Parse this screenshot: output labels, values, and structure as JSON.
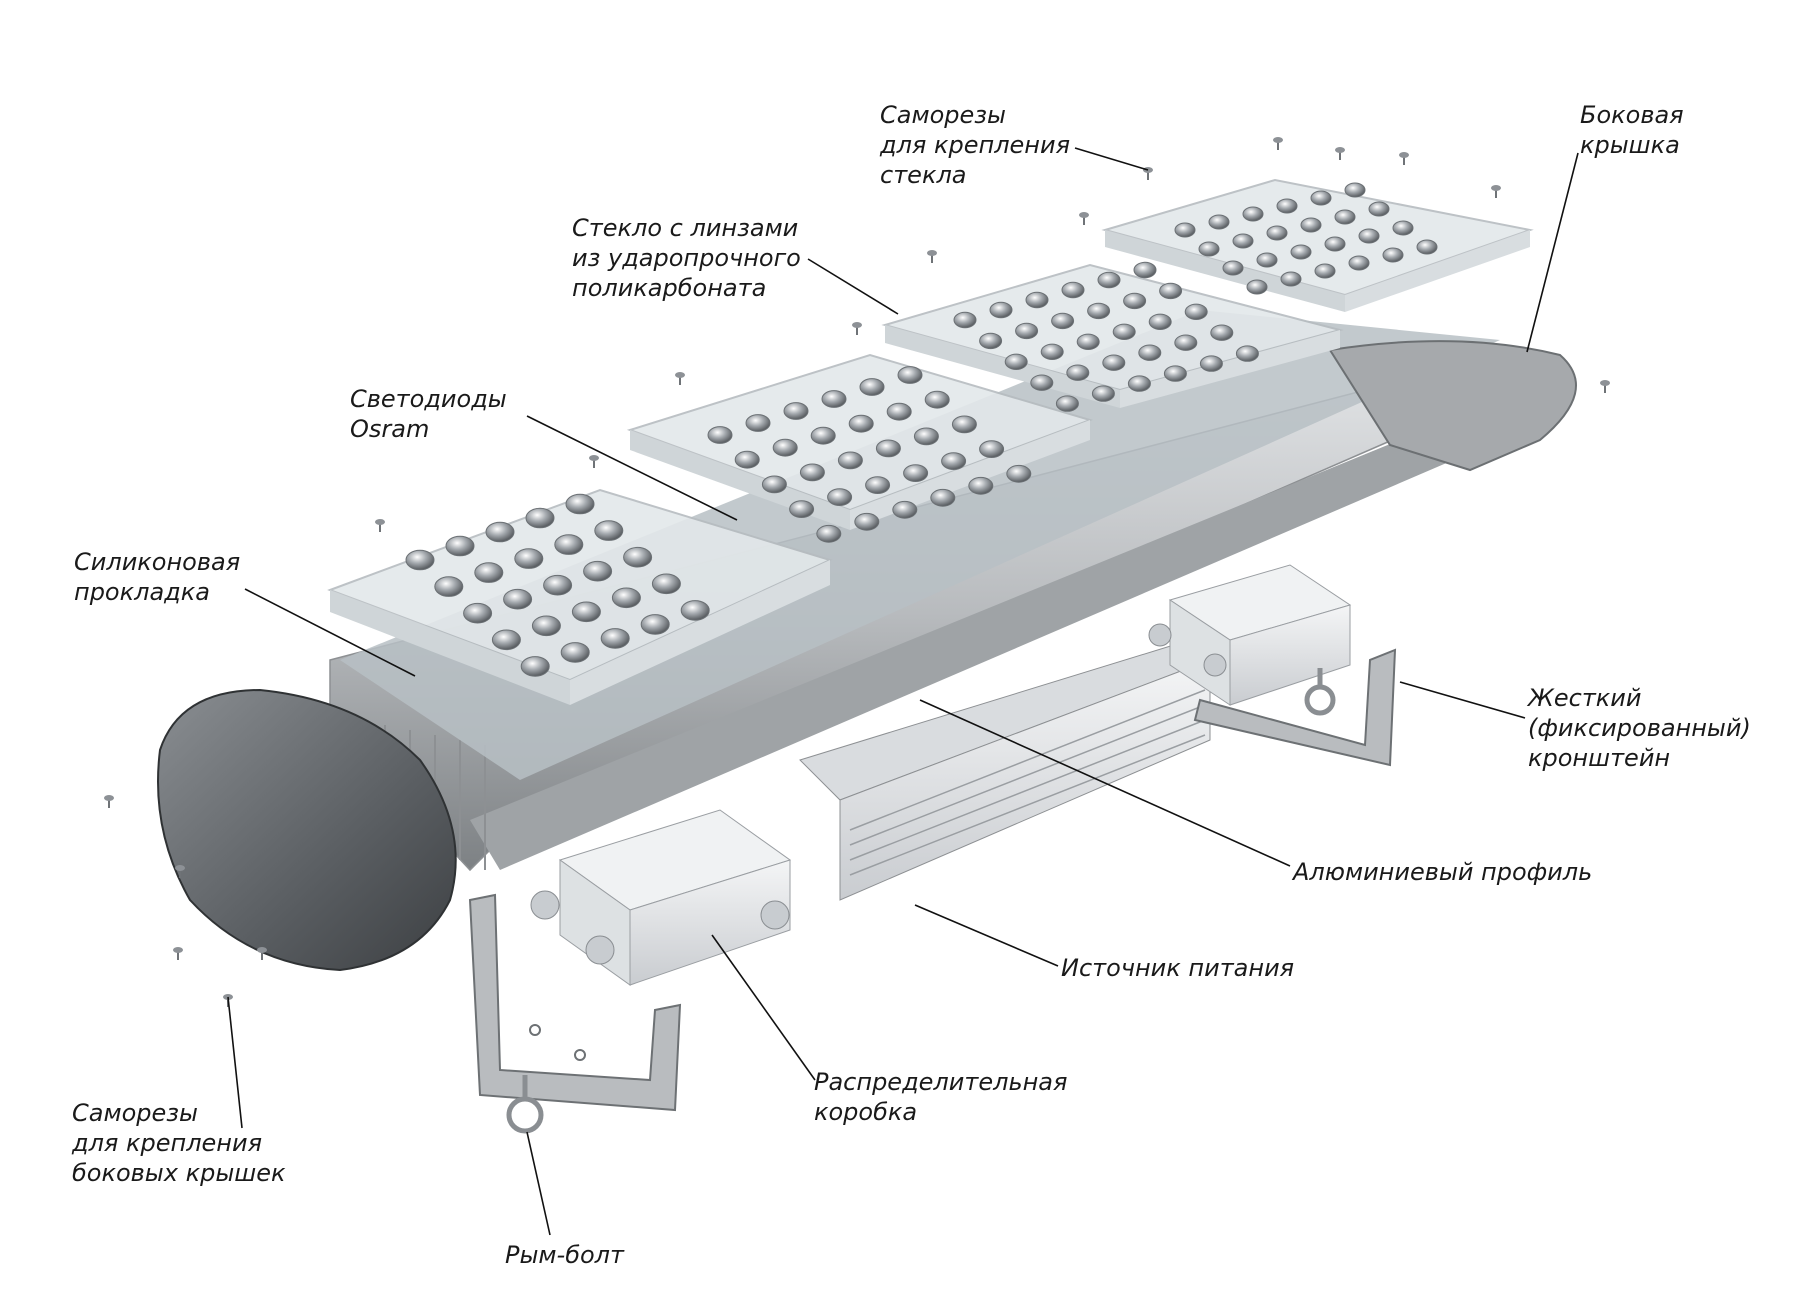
{
  "labels": {
    "screws_glass": "Саморезы\nдля крепления\nстекла",
    "side_cover": "Боковая\nкрышка",
    "glass_lenses": "Стекло с линзами\nиз ударопрочного\nполикарбоната",
    "leds": "Светодиоды\nOsram",
    "silicone_gasket": "Силиконовая\nпрокладка",
    "rigid_bracket": "Жесткий\n(фиксированный)\nкронштейн",
    "aluminum_profile": "Алюминиевый профиль",
    "power_supply": "Источник питания",
    "junction_box": "Распределительная\nкоробка",
    "screws_side": "Саморезы\nдля крепления\nбоковых крышек",
    "eye_bolt": "Рым-болт"
  },
  "colors": {
    "metal_light": "#c9cbcd",
    "metal_mid": "#9a9da0",
    "metal_dark": "#5f6366",
    "glass": "#e6eaec",
    "pcb": "#b9c1c6",
    "line": "#111111"
  }
}
